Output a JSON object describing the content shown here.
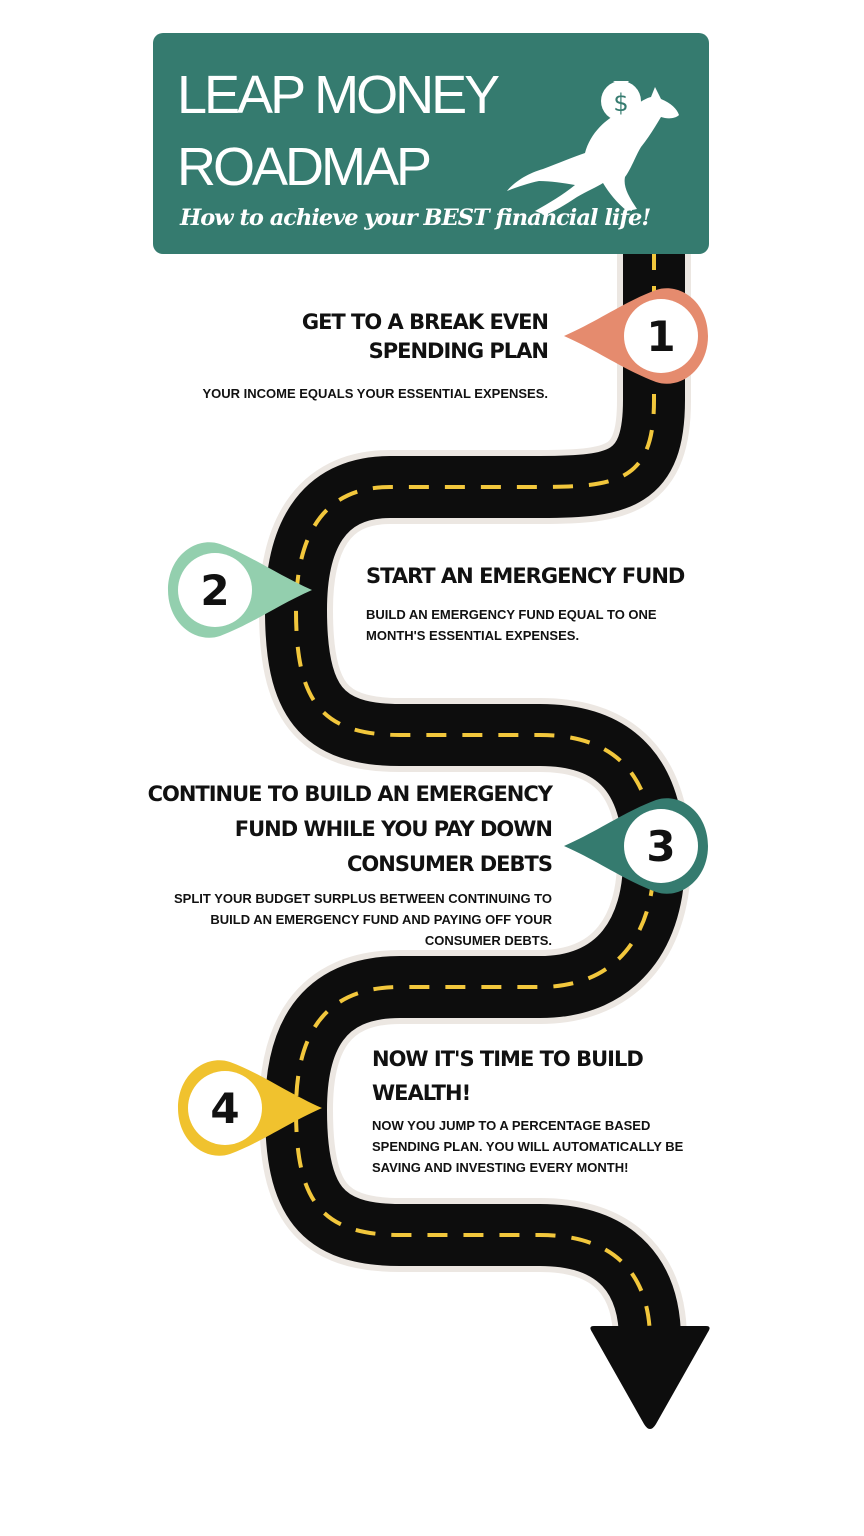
{
  "header": {
    "title_line1": "LEAP MONEY",
    "title_line2": "ROADMAP",
    "subtitle": "How to achieve your BEST financial life!",
    "bg_color": "#357b6f",
    "logo_icon": "kangaroo-with-money-bag-icon",
    "logo_symbol": "$"
  },
  "steps": [
    {
      "number": "1",
      "title": "GET TO A BREAK EVEN SPENDING PLAN",
      "description": "YOUR INCOME  EQUALS YOUR ESSENTIAL EXPENSES.",
      "color": "#e58b6e"
    },
    {
      "number": "2",
      "title": "START  AN EMERGENCY FUND",
      "description": "BUILD AN EMERGENCY FUND EQUAL TO ONE MONTH'S ESSENTIAL EXPENSES.",
      "color": "#93cfae"
    },
    {
      "number": "3",
      "title": "CONTINUE TO BUILD AN EMERGENCY FUND WHILE YOU PAY DOWN CONSUMER DEBTS",
      "description": "SPLIT YOUR BUDGET SURPLUS BETWEEN CONTINUING TO BUILD AN EMERGENCY FUND AND PAYING OFF YOUR CONSUMER DEBTS.",
      "color": "#357b6f"
    },
    {
      "number": "4",
      "title": "NOW IT'S TIME TO BUILD WEALTH!",
      "description": "NOW YOU JUMP TO A PERCENTAGE BASED SPENDING PLAN. YOU WILL AUTOMATICALLY BE SAVING AND INVESTING EVERY MONTH!",
      "color": "#f0c22e"
    }
  ],
  "road": {
    "road_color": "#0d0d0d",
    "dash_color": "#f2c73c",
    "arrow_icon": "down-arrow-icon"
  }
}
